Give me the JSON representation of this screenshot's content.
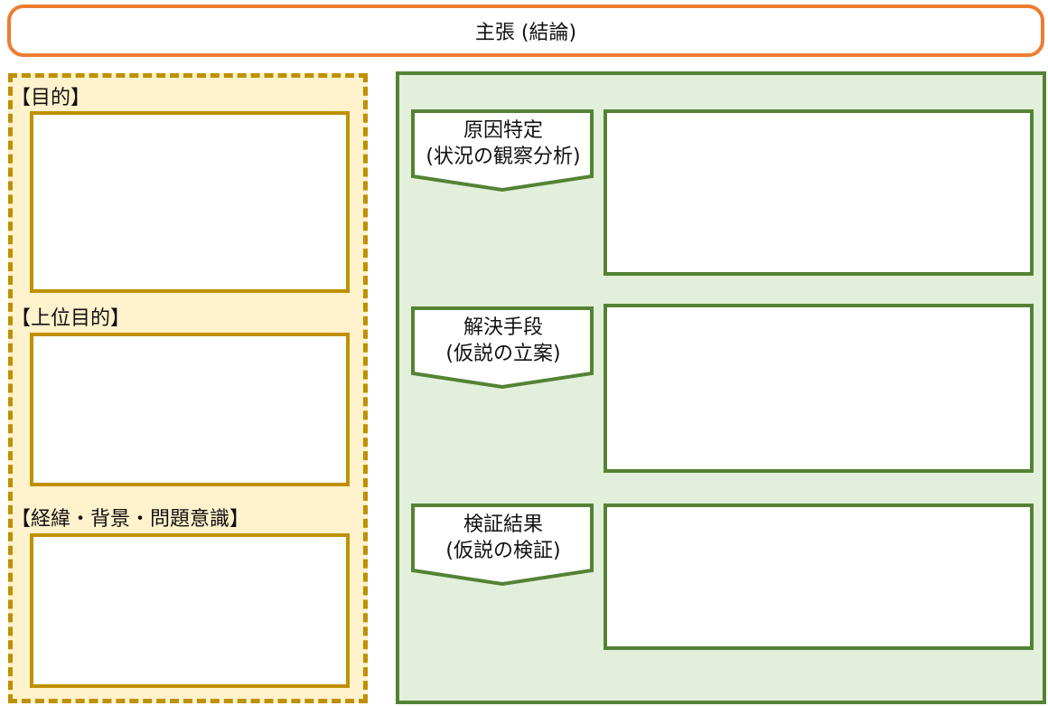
{
  "claim": {
    "label": "主張 (結論)"
  },
  "colors": {
    "claim_border": "#ED7D31",
    "left_border": "#BF9000",
    "left_fill": "#FFF2CC",
    "right_border": "#548235",
    "right_fill": "#E2EFDA"
  },
  "left_sections": [
    {
      "label": "【目的】"
    },
    {
      "label": "【上位目的】"
    },
    {
      "label": "【経緯・背景・問題意識】"
    }
  ],
  "steps": [
    {
      "line1": "原因特定",
      "line2": "(状況の観察分析)"
    },
    {
      "line1": "解決手段",
      "line2": "(仮説の立案)"
    },
    {
      "line1": "検証結果",
      "line2": "(仮説の検証)"
    }
  ]
}
